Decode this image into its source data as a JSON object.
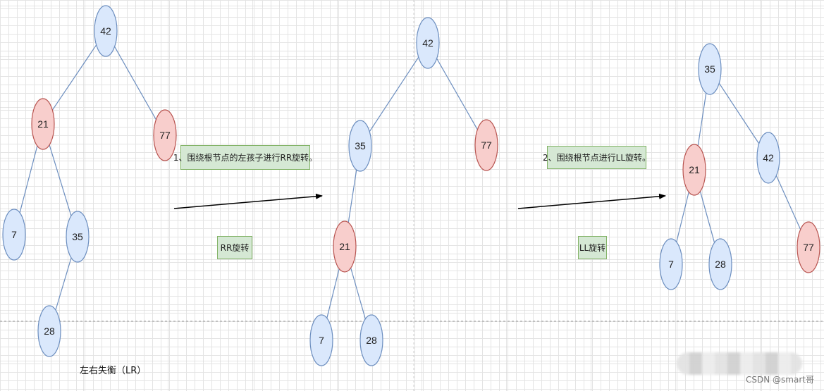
{
  "annotations": {
    "step1": "1、围绕根节点的左孩子进行RR旋转。",
    "step2": "2、围绕根节点进行LL旋转。",
    "rr_label": "RR旋转",
    "ll_label": "LL旋转",
    "caption": "左右失衡（LR）"
  },
  "watermark": "CSDN @smart哥",
  "colors": {
    "balanced_fill": "#dae8fc",
    "balanced_stroke": "#6c8ebf",
    "unbalanced_fill": "#f8cecc",
    "unbalanced_stroke": "#b85450",
    "edge": "#6c8ebf",
    "note_fill": "#d5e8d4",
    "note_stroke": "#82b366",
    "arrow": "#000000"
  },
  "trees": [
    {
      "id": "original",
      "nodes": [
        {
          "id": "42",
          "label": "42",
          "state": "balanced"
        },
        {
          "id": "21",
          "label": "21",
          "state": "unbalanced"
        },
        {
          "id": "77",
          "label": "77",
          "state": "unbalanced"
        },
        {
          "id": "7",
          "label": "7",
          "state": "balanced"
        },
        {
          "id": "35",
          "label": "35",
          "state": "balanced"
        },
        {
          "id": "28",
          "label": "28",
          "state": "balanced"
        }
      ],
      "edges": [
        [
          "42",
          "21"
        ],
        [
          "42",
          "77"
        ],
        [
          "21",
          "7"
        ],
        [
          "21",
          "35"
        ],
        [
          "35",
          "28"
        ]
      ]
    },
    {
      "id": "after-rr",
      "nodes": [
        {
          "id": "42",
          "label": "42",
          "state": "balanced"
        },
        {
          "id": "35",
          "label": "35",
          "state": "balanced"
        },
        {
          "id": "77",
          "label": "77",
          "state": "unbalanced"
        },
        {
          "id": "21",
          "label": "21",
          "state": "unbalanced"
        },
        {
          "id": "7",
          "label": "7",
          "state": "balanced"
        },
        {
          "id": "28",
          "label": "28",
          "state": "balanced"
        }
      ],
      "edges": [
        [
          "42",
          "35"
        ],
        [
          "42",
          "77"
        ],
        [
          "35",
          "21"
        ],
        [
          "21",
          "7"
        ],
        [
          "21",
          "28"
        ]
      ]
    },
    {
      "id": "after-ll",
      "nodes": [
        {
          "id": "35",
          "label": "35",
          "state": "balanced"
        },
        {
          "id": "21",
          "label": "21",
          "state": "unbalanced"
        },
        {
          "id": "42",
          "label": "42",
          "state": "balanced"
        },
        {
          "id": "7",
          "label": "7",
          "state": "balanced"
        },
        {
          "id": "28",
          "label": "28",
          "state": "balanced"
        },
        {
          "id": "77",
          "label": "77",
          "state": "unbalanced"
        }
      ],
      "edges": [
        [
          "35",
          "21"
        ],
        [
          "35",
          "42"
        ],
        [
          "21",
          "7"
        ],
        [
          "21",
          "28"
        ],
        [
          "42",
          "77"
        ]
      ]
    }
  ]
}
